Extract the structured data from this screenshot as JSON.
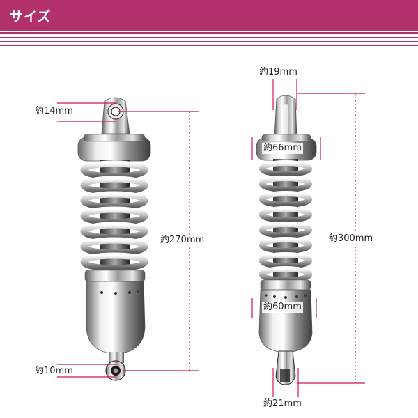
{
  "header": {
    "title": "サイズ",
    "color": "#b2316a"
  },
  "dimensions": {
    "left_top_eye": "約14mm",
    "left_length": "約270mm",
    "left_bottom_eye": "約10mm",
    "right_top_width": "約19mm",
    "right_cap_diameter": "約66mm",
    "right_length": "約300mm",
    "right_body_diameter": "約60mm",
    "right_bottom_width": "約21mm"
  },
  "colors": {
    "marker": "#d4145a",
    "chrome_light": "#f2f2f2",
    "chrome_dark": "#6e6e6e"
  }
}
